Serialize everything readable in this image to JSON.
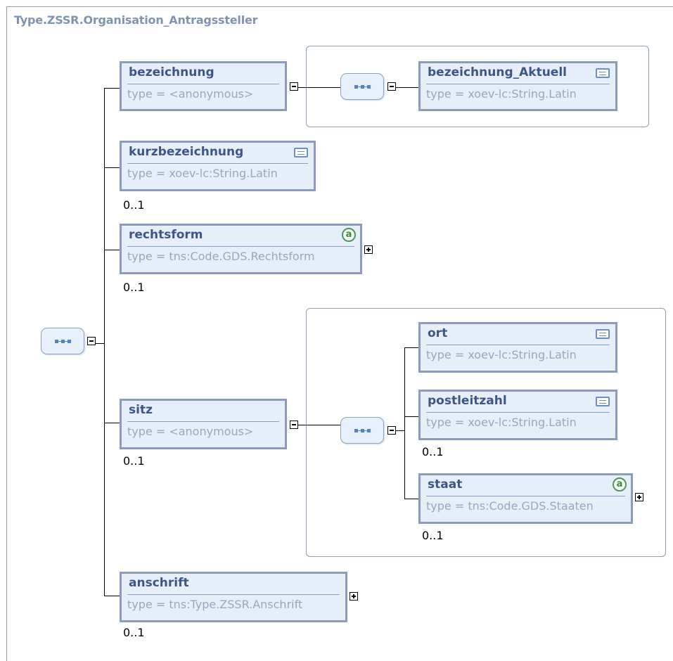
{
  "diagram": {
    "title": "Type.ZSSR.Organisation_Antragssteller",
    "elements": {
      "bezeichnung": {
        "name": "bezeichnung",
        "type": "type = <anonymous>"
      },
      "bezeichnung_aktuell": {
        "name": "bezeichnung_Aktuell",
        "type": "type = xoev-lc:String.Latin"
      },
      "kurzbezeichnung": {
        "name": "kurzbezeichnung",
        "type": "type = xoev-lc:String.Latin",
        "occurrence": "0..1"
      },
      "rechtsform": {
        "name": "rechtsform",
        "type": "type = tns:Code.GDS.Rechtsform",
        "occurrence": "0..1"
      },
      "sitz": {
        "name": "sitz",
        "type": "type = <anonymous>",
        "occurrence": "0..1"
      },
      "ort": {
        "name": "ort",
        "type": "type = xoev-lc:String.Latin"
      },
      "postleitzahl": {
        "name": "postleitzahl",
        "type": "type = xoev-lc:String.Latin",
        "occurrence": "0..1"
      },
      "staat": {
        "name": "staat",
        "type": "type = tns:Code.GDS.Staaten",
        "occurrence": "0..1"
      },
      "anschrift": {
        "name": "anschrift",
        "type": "type = tns:Type.ZSSR.Anschrift",
        "occurrence": "0..1"
      }
    },
    "attribute_badge": "a",
    "icons": {
      "documentation": "documentation-icon",
      "attribute": "attribute-icon",
      "sequence": "sequence-compositor-icon",
      "collapse": "collapse-minus-icon",
      "expand": "expand-plus-icon"
    },
    "colors": {
      "element_fill": "#e6eef9",
      "element_border": "#8c9bbd",
      "name_text": "#3e5686",
      "type_text": "#9aa6bb",
      "title_text": "#7f93b0",
      "group_border": "#8c9fb8"
    }
  }
}
